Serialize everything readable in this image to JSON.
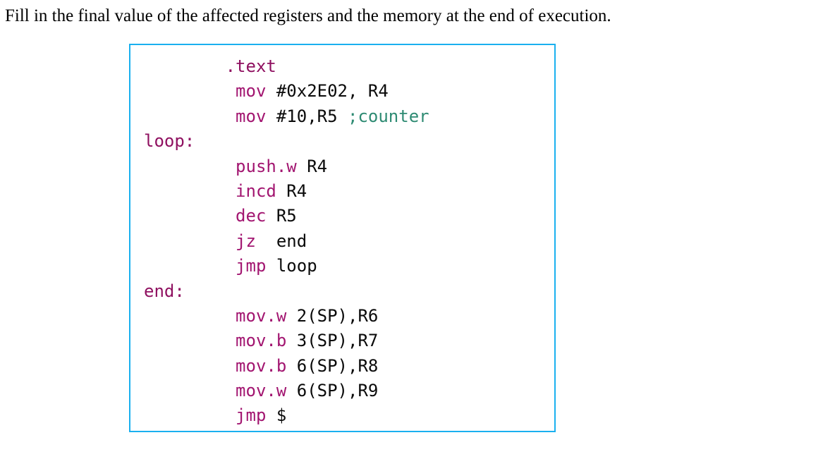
{
  "heading": {
    "text": "Fill in the final value of the affected registers and the memory at the end of execution."
  },
  "colors": {
    "card_border": "#1ab0ef",
    "card_background": "#ffffff",
    "page_background": "#ffffff",
    "heading_text": "#000000",
    "mnemonic": "#a21570",
    "directive": "#8f1060",
    "label": "#8f1060",
    "operand": "#0a0a0a",
    "comment": "#2e8b73"
  },
  "code_card": {
    "language": "msp430-assembly",
    "lines": [
      {
        "indent": "        ",
        "directive": ".text",
        "operand": "",
        "comment": ""
      },
      {
        "indent": "         ",
        "mnemonic": "mov",
        "operand": " #0x2E02, R4",
        "comment": ""
      },
      {
        "indent": "         ",
        "mnemonic": "mov",
        "operand": " #10,R5 ",
        "comment": ";counter"
      },
      {
        "indent": "",
        "label": "loop:",
        "operand": "",
        "comment": ""
      },
      {
        "indent": "         ",
        "mnemonic": "push.w",
        "operand": " R4",
        "comment": ""
      },
      {
        "indent": "         ",
        "mnemonic": "incd",
        "operand": " R4",
        "comment": ""
      },
      {
        "indent": "         ",
        "mnemonic": "dec",
        "operand": " R5",
        "comment": ""
      },
      {
        "indent": "         ",
        "mnemonic": "jz",
        "operand": "  end",
        "comment": ""
      },
      {
        "indent": "         ",
        "mnemonic": "jmp",
        "operand": " loop",
        "comment": ""
      },
      {
        "indent": "",
        "label": "end:",
        "operand": "",
        "comment": ""
      },
      {
        "indent": "         ",
        "mnemonic": "mov.w",
        "operand": " 2(SP),R6",
        "comment": ""
      },
      {
        "indent": "         ",
        "mnemonic": "mov.b",
        "operand": " 3(SP),R7",
        "comment": ""
      },
      {
        "indent": "         ",
        "mnemonic": "mov.b",
        "operand": " 6(SP),R8",
        "comment": ""
      },
      {
        "indent": "         ",
        "mnemonic": "mov.w",
        "operand": " 6(SP),R9",
        "comment": ""
      },
      {
        "indent": "         ",
        "mnemonic": "jmp",
        "operand": " $",
        "comment": ""
      }
    ]
  }
}
